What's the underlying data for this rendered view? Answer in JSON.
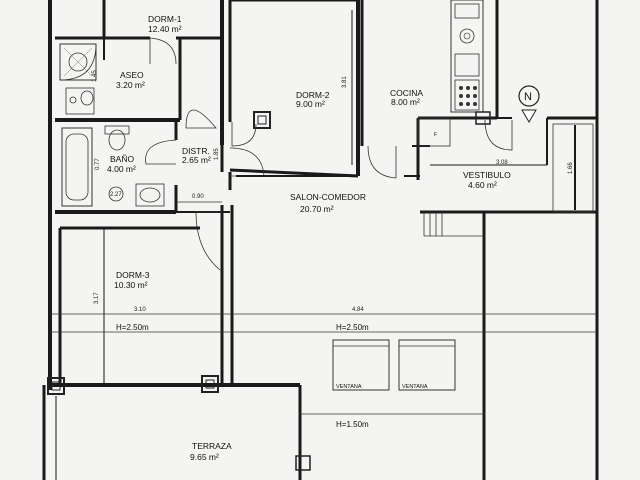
{
  "rooms": {
    "dorm1": {
      "name": "DORM-1",
      "area": "12.40 m²"
    },
    "aseo": {
      "name": "ASEO",
      "area": "3.20 m²"
    },
    "dorm2": {
      "name": "DORM-2",
      "area": "9.00 m²"
    },
    "cocina": {
      "name": "COCINA",
      "area": "8.00 m²"
    },
    "distr": {
      "name": "DISTR.",
      "area": "2.65 m²"
    },
    "bano": {
      "name": "BAÑO",
      "area": "4.00 m²"
    },
    "vestibulo": {
      "name": "VESTIBULO",
      "area": "4.60 m²"
    },
    "salon": {
      "name": "SALON-COMEDOR",
      "area": "20.70 m²"
    },
    "dorm3": {
      "name": "DORM-3",
      "area": "10.30 m²"
    },
    "terraza": {
      "name": "TERRAZA",
      "area": "9.65 m²"
    }
  },
  "dimensions": {
    "d_145": "1.45",
    "d_381": "3.81",
    "d_185": "1.85",
    "d_090": "0.90",
    "d_308": "3.08",
    "d_166": "1.66",
    "d_317": "3.17",
    "d_310": "3.10",
    "d_484": "4.84",
    "d_077": "0.77",
    "d_227": "2.27"
  },
  "heights": {
    "h1": "H=2.50m",
    "h2": "H=2.50m",
    "h3": "H=1.50m"
  },
  "windows": {
    "w1": "VENTANA",
    "w2": "VENTANA"
  },
  "north": "N"
}
